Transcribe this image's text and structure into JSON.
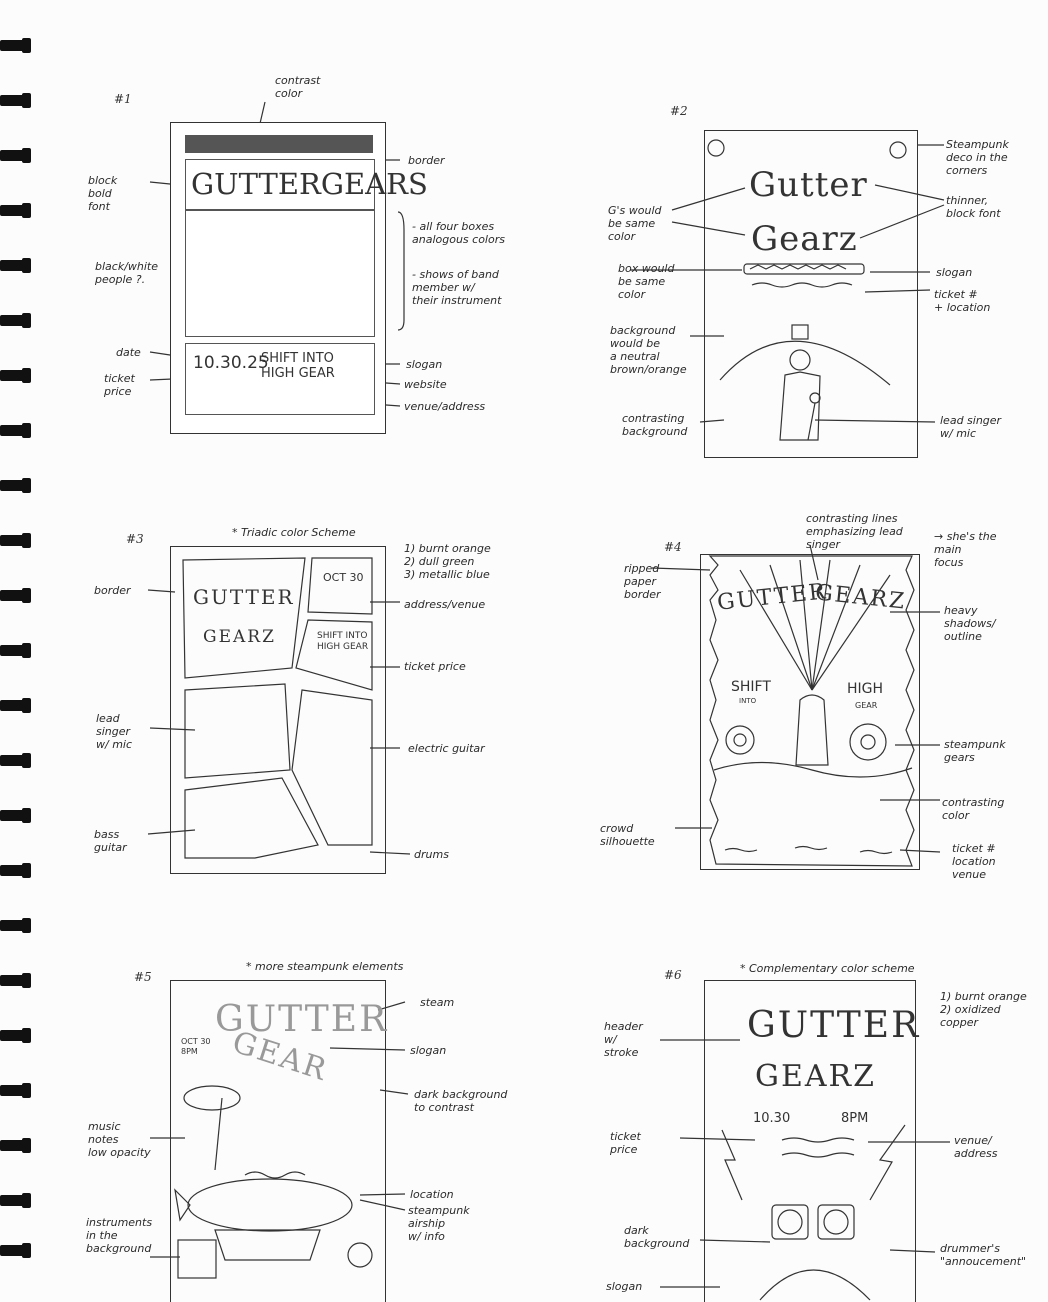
{
  "sketch1": {
    "number": "#1",
    "title": "GUTTERGEARS",
    "date": "10.30.25",
    "slogan": "SHIFT INTO HIGH GEAR",
    "notes": {
      "contrast": "contrast\ncolor",
      "border": "border",
      "font": "block\nbold\nfont",
      "boxes": "- all four boxes\nanalogous colors",
      "members": "- shows of band\nmember w/\ntheir instrument",
      "people": "black/white\npeople ?.",
      "date": "date",
      "ticket": "ticket\nprice",
      "slogan": "slogan",
      "website": "website",
      "venue": "venue/address"
    }
  },
  "sketch2": {
    "number": "#2",
    "title_line1": "Gutter",
    "title_line2": "Gearz",
    "notes": {
      "corners": "Steampunk\ndeco in the\ncorners",
      "font": "thinner,\nblock font",
      "gs": "G's would\nbe same\ncolor",
      "box": "box would\nbe same\ncolor",
      "slogan": "slogan",
      "ticket": "ticket #\n+ location",
      "background": "background\nwould be\na neutral\nbrown/orange",
      "contrasting": "contrasting\nbackground",
      "singer": "lead singer\nw/ mic"
    }
  },
  "sketch3": {
    "number": "#3",
    "heading": "* Triadic color Scheme",
    "colors": "1) burnt orange\n2) dull green\n3) metallic blue",
    "title_a": "GUTTER",
    "title_b": "GEARZ",
    "date": "OCT 30",
    "slogan": "SHIFT INTO\nHIGH GEAR",
    "notes": {
      "border": "border",
      "address": "address/venue",
      "ticket": "ticket price",
      "singer": "lead\nsinger\nw/ mic",
      "guitar": "electric guitar",
      "bass": "bass\nguitar",
      "drums": "drums"
    }
  },
  "sketch4": {
    "number": "#4",
    "title_a": "GUTTER",
    "title_b": "GEARZ",
    "shift": "SHIFT",
    "into": "INTO",
    "high": "HIGH",
    "gear": "GEAR",
    "notes": {
      "lines": "contrasting lines\nemphasizing lead\nsinger",
      "focus": "→ she's the\nmain\nfocus",
      "ripped": "ripped\npaper\nborder",
      "shadows": "heavy\nshadows/\noutline",
      "gears": "steampunk\ngears",
      "contrast": "contrasting\ncolor",
      "crowd": "crowd\nsilhouette",
      "ticket": "ticket #\nlocation\nvenue"
    }
  },
  "sketch5": {
    "number": "#5",
    "heading": "* more steampunk elements",
    "title_a": "GUTTER",
    "title_b": "GEAR",
    "date": "OCT 30\n8PM",
    "notes": {
      "steam": "steam",
      "slogan": "slogan",
      "dark": "dark background\nto contrast",
      "music": "music\nnotes\nlow opacity",
      "location": "location",
      "airship": "steampunk\nairship\nw/ info",
      "instruments": "instruments\nin the\nbackground"
    }
  },
  "sketch6": {
    "number": "#6",
    "heading": "* Complementary color scheme",
    "colors": "1) burnt orange\n2) oxidized\ncopper",
    "title_a": "GUTTER",
    "title_b": "GEARZ",
    "date": "10.30",
    "time": "8PM",
    "notes": {
      "header": "header\nw/\nstroke",
      "ticket": "ticket\nprice",
      "venue": "venue/\naddress",
      "dark": "dark\nbackground",
      "drummer": "drummer's\n\"annoucement\"",
      "slogan": "slogan"
    }
  }
}
